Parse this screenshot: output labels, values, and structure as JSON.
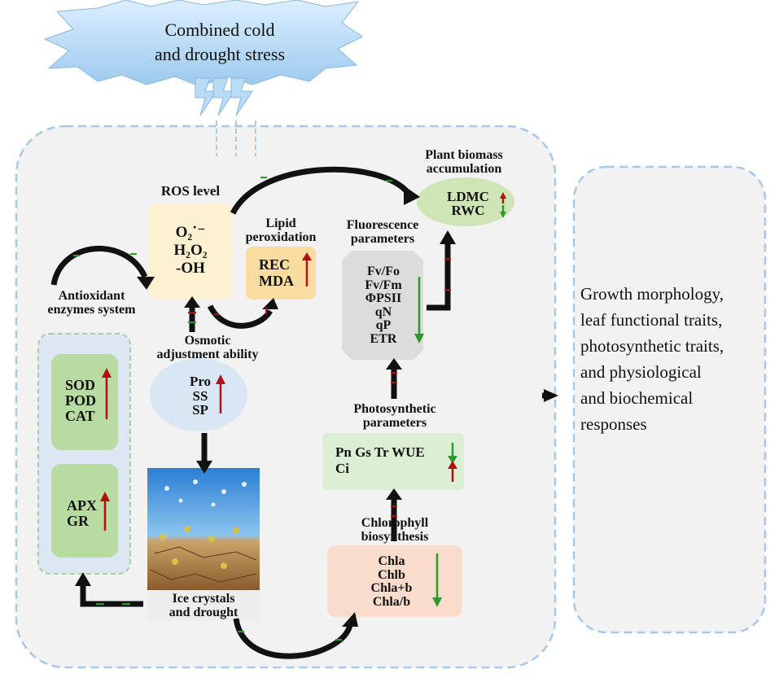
{
  "stress": {
    "line1": "Combined cold",
    "line2": "and drought stress"
  },
  "ros": {
    "title": "ROS level",
    "o2": "O₂˙⁻",
    "h2o2": "H₂O₂",
    "oh": "-OH"
  },
  "lipid": {
    "title1": "Lipid",
    "title2": "peroxidation",
    "rec": "REC",
    "mda": "MDA"
  },
  "fluor": {
    "title1": "Fluorescence",
    "title2": "parameters",
    "items": [
      "Fv/Fo",
      "Fv/Fm",
      "ΦPSII",
      "qN",
      "qP",
      "ETR"
    ]
  },
  "biomass": {
    "title1": "Plant biomass",
    "title2": "accumulation",
    "ldmc": "LDMC",
    "rwc": "RWC"
  },
  "antioxidant": {
    "title1": "Antioxidant",
    "title2": "enzymes system",
    "group1": [
      "SOD",
      "POD",
      "CAT"
    ],
    "group2": [
      "APX",
      "GR"
    ]
  },
  "osmotic": {
    "title1": "Osmotic",
    "title2": "adjustment ability",
    "items": [
      "Pro",
      "SS",
      "SP"
    ]
  },
  "photo": {
    "title1": "Photosynthetic",
    "title2": "parameters",
    "line1": "Pn Gs Tr WUE",
    "line2": "Ci"
  },
  "ice": {
    "line1": "Ice crystals",
    "line2": "and drought"
  },
  "chloro": {
    "title1": "Chlorophyll",
    "title2": "biosynthesis",
    "items": [
      "Chla",
      "Chlb",
      "Chla+b",
      "Chla/b"
    ]
  },
  "responses": {
    "lines": [
      "Growth morphology,",
      "leaf functional traits,",
      "photosynthetic traits,",
      "and physiological",
      "and biochemical",
      "responses"
    ]
  },
  "colors": {
    "up": "#b01010",
    "down": "#2e9a2e",
    "panel": "#f2f2f2",
    "dash": "#a9c8e6"
  }
}
